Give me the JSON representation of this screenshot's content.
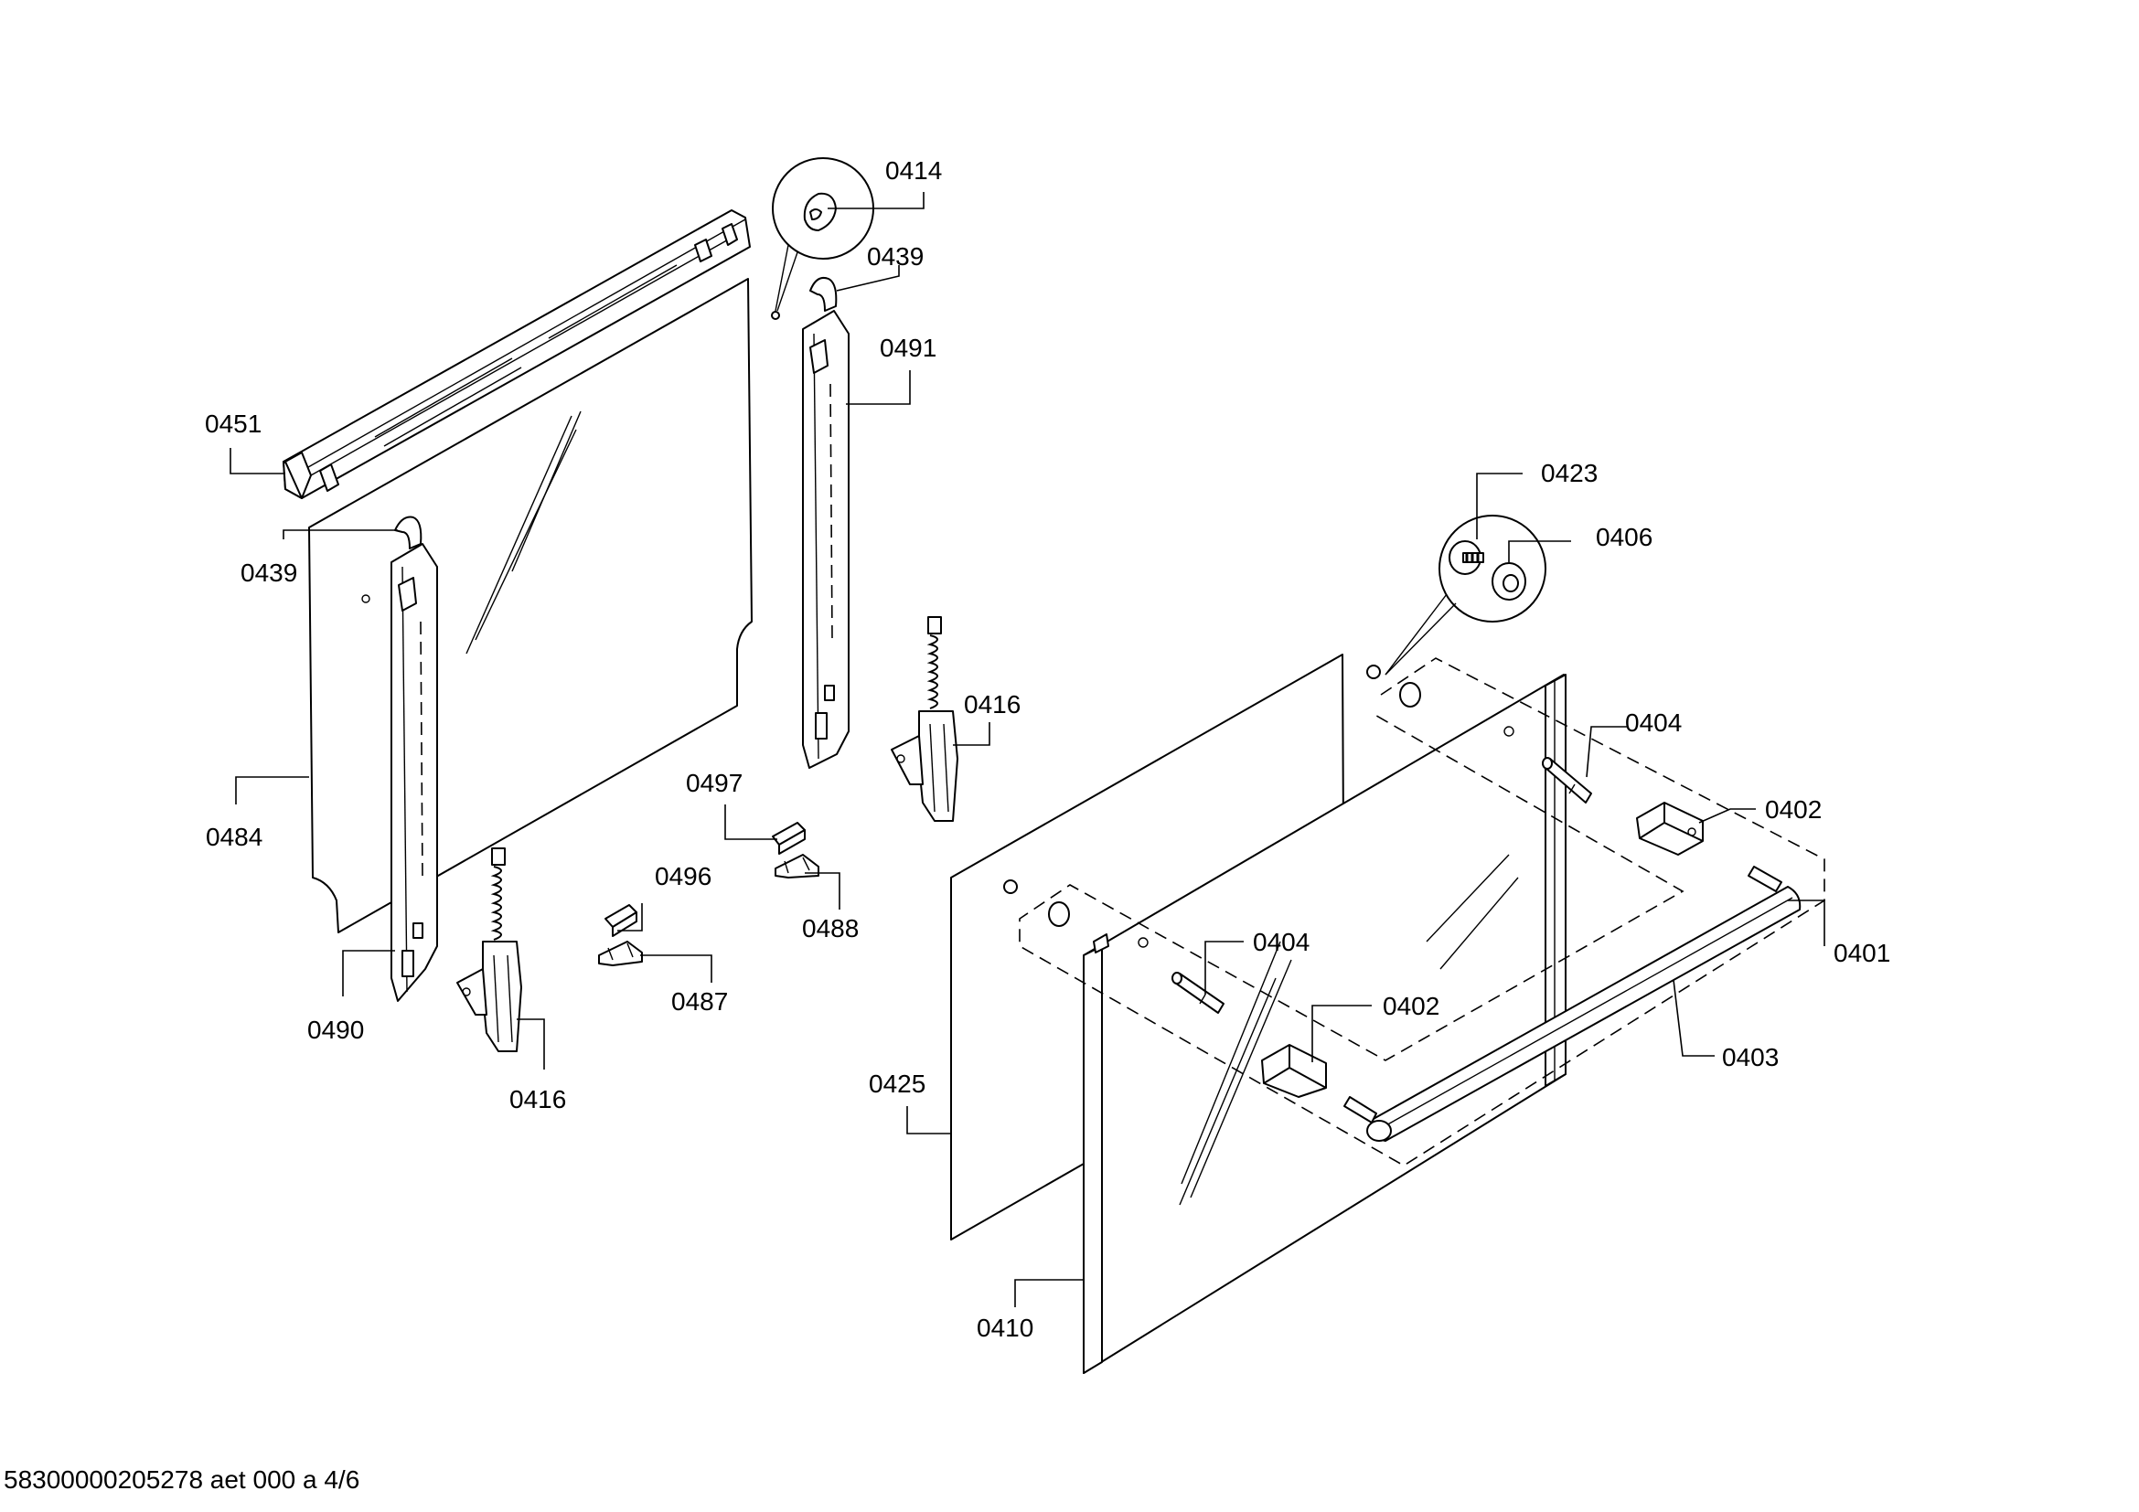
{
  "labels": {
    "l0414": "0414",
    "l0439a": "0439",
    "l0491": "0491",
    "l0451": "0451",
    "l0439b": "0439",
    "l0484": "0484",
    "l0490": "0490",
    "l0416a": "0416",
    "l0416b": "0416",
    "l0497": "0497",
    "l0496": "0496",
    "l0488": "0488",
    "l0487": "0487",
    "l0423": "0423",
    "l0406": "0406",
    "l0404a": "0404",
    "l0402a": "0402",
    "l0401": "0401",
    "l0403": "0403",
    "l0404b": "0404",
    "l0402b": "0402",
    "l0425": "0425",
    "l0410": "0410"
  },
  "footer": "58300000205278 aet 000 a 4/6"
}
